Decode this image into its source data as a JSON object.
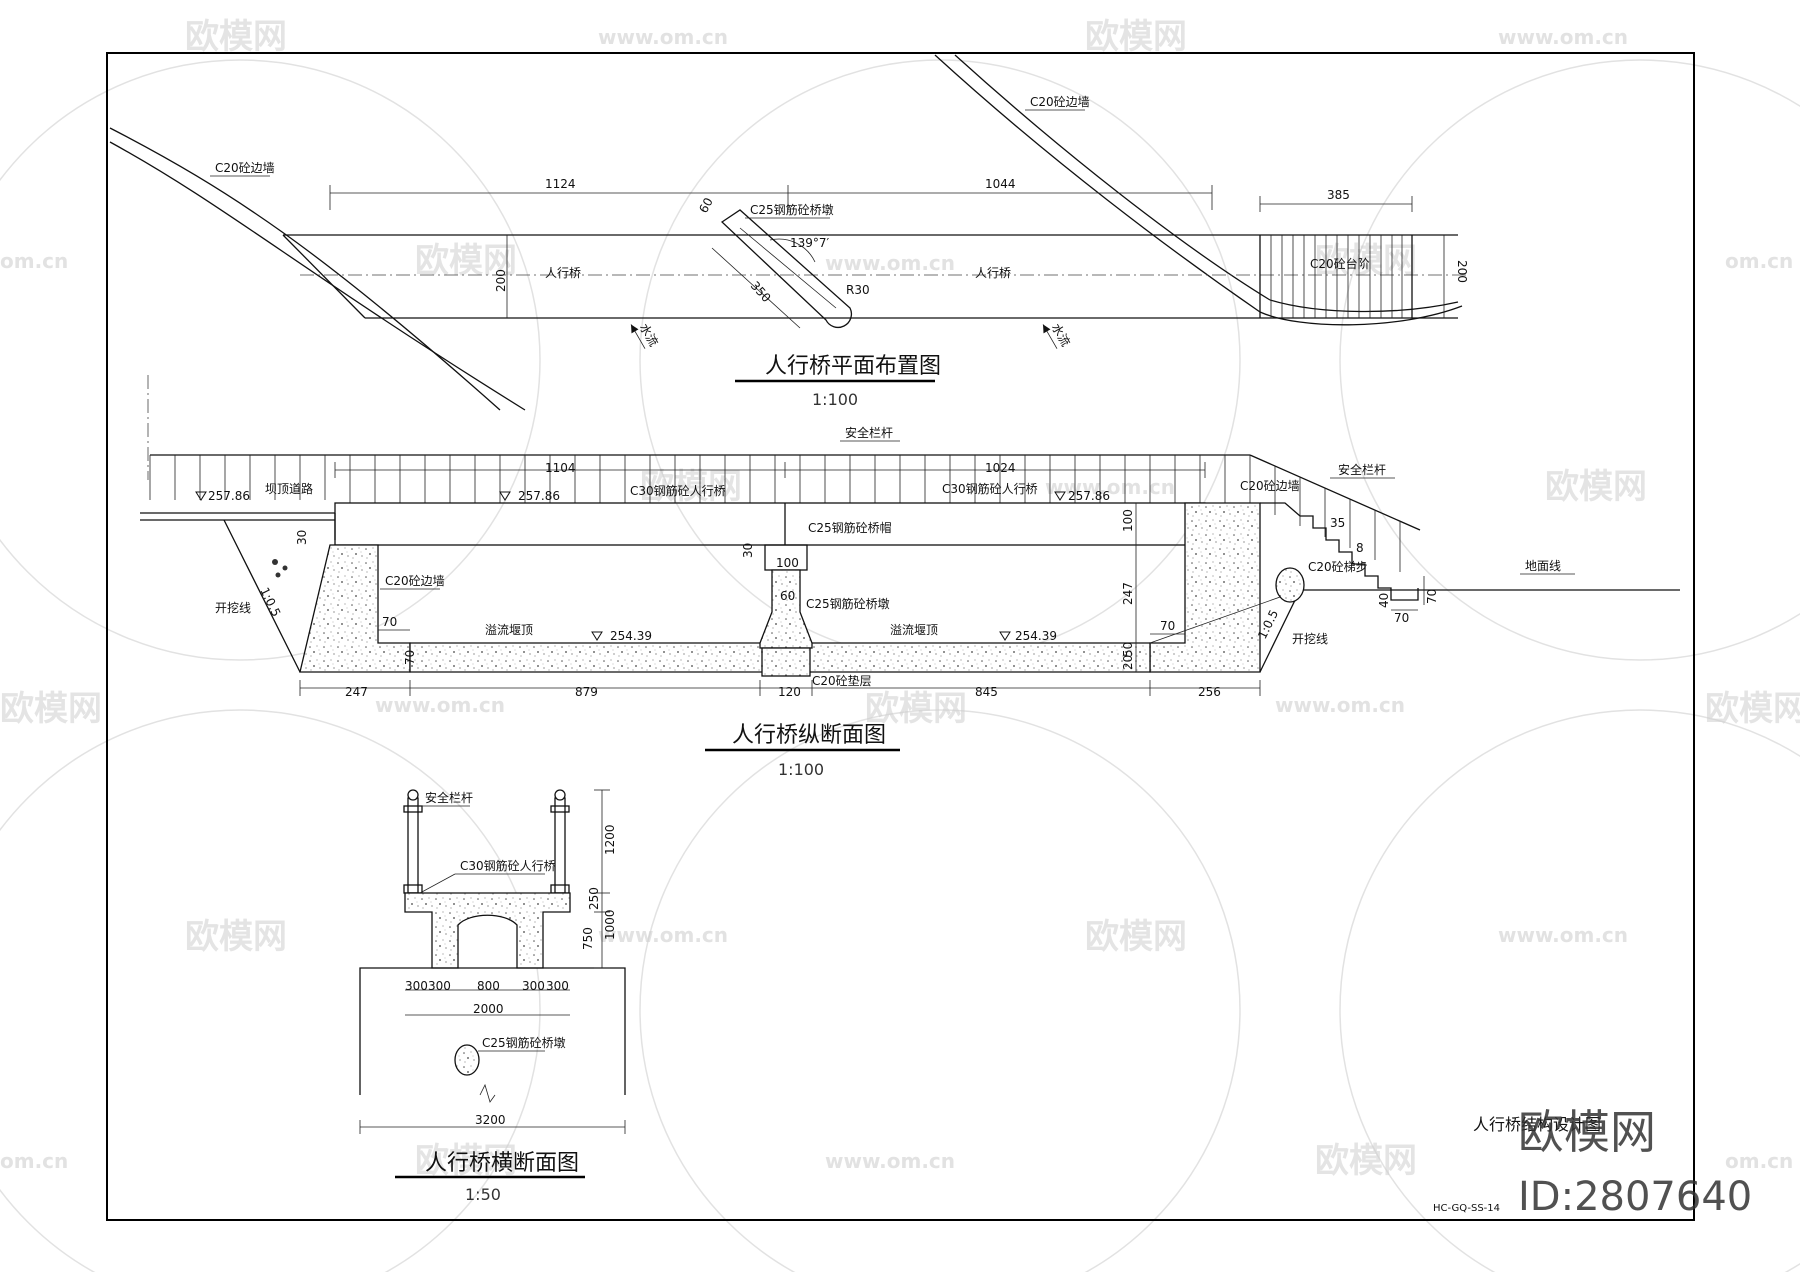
{
  "watermark": {
    "brand": "欧模网",
    "url": "www.om.cn",
    "url_short": "om.cn",
    "id": "ID:2807640"
  },
  "plan": {
    "title": "人行桥平面布置图",
    "scale": "1:100",
    "labels": {
      "wall_left": "C20砼边墙",
      "wall_right": "C20砼边墙",
      "precast": "C25钢筋砼桥墩",
      "bridge_left": "人行桥",
      "bridge_right": "人行桥",
      "steps": "C20砼台阶",
      "flow_left": "水流",
      "flow_right": "水流"
    },
    "dims": {
      "span_left": "1124",
      "span_right": "1044",
      "steps_len": "385",
      "width": "200",
      "width_right": "200",
      "pier_w": "60",
      "pier_len": "350",
      "angle": "139°7′",
      "radius": "R30"
    }
  },
  "section": {
    "title": "人行桥纵断面图",
    "scale": "1:100",
    "labels": {
      "rail": "安全栏杆",
      "rail_right": "安全栏杆",
      "slab_left": "C30钢筋砼人行桥",
      "slab_right": "C30钢筋砼人行桥",
      "cap": "C25钢筋砼桥帽",
      "pier": "C25钢筋砼桥墩",
      "footing": "C20砼垫层",
      "wall_left": "C20砼边墙",
      "wall_right": "C20砼边墙",
      "roadway": "坝顶道路",
      "overflow_left": "溢流堰顶",
      "overflow_right": "溢流堰顶",
      "stairs": "C20砼梯步",
      "excav_left": "开挖线",
      "excav_right": "开挖线",
      "ground": "地面线",
      "slope_left": "1:0.5",
      "slope_right": "1:0.5"
    },
    "elev": {
      "left": "257.86",
      "mid": "257.86",
      "right": "257.86",
      "bottom_left": "254.39",
      "bottom_right": "254.39"
    },
    "dims": {
      "top_left": "1104",
      "top_right": "1024",
      "bottom": [
        "247",
        "879",
        "120",
        "845",
        "256"
      ],
      "slab_t": "100",
      "height": "247",
      "base": "20",
      "base2": "50",
      "cap_h": "30",
      "cap_w": "100",
      "pier_w": "60",
      "wall_offset_l": "70",
      "wall_h_l": "70",
      "wall_offset_r": "70",
      "wall_step": "30",
      "step_w": "35",
      "step_h": "8",
      "step_base_w": "70",
      "step_base_h": "40",
      "ground_h": "70"
    }
  },
  "cross": {
    "title": "人行桥横断面图",
    "scale": "1:50",
    "labels": {
      "rail": "安全栏杆",
      "slab": "C30钢筋砼人行桥",
      "pier": "C25钢筋砼桥墩"
    },
    "dims": {
      "rail_h": "1200",
      "slab_t": "250",
      "beam_h": "750",
      "total_h": "1000",
      "seg1": "300",
      "seg2": "300",
      "seg3": "800",
      "seg4": "300",
      "seg5": "300",
      "width": "2000",
      "base": "3200"
    }
  },
  "titleblock": {
    "name": "人行桥结构设计图",
    "code": "HC-GQ-SS-14"
  }
}
